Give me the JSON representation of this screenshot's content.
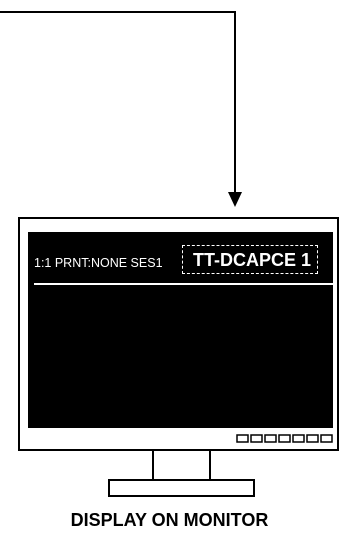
{
  "monitor_screen": {
    "status_text": "1:1 PRNT:NONE  SES1",
    "session_name": "TT-DCAPCE 1"
  },
  "caption": "DISPLAY ON MONITOR",
  "colors": {
    "line": "#000000",
    "screen": "#000000",
    "screen_text": "#ffffff",
    "bezel": "#ffffff"
  }
}
